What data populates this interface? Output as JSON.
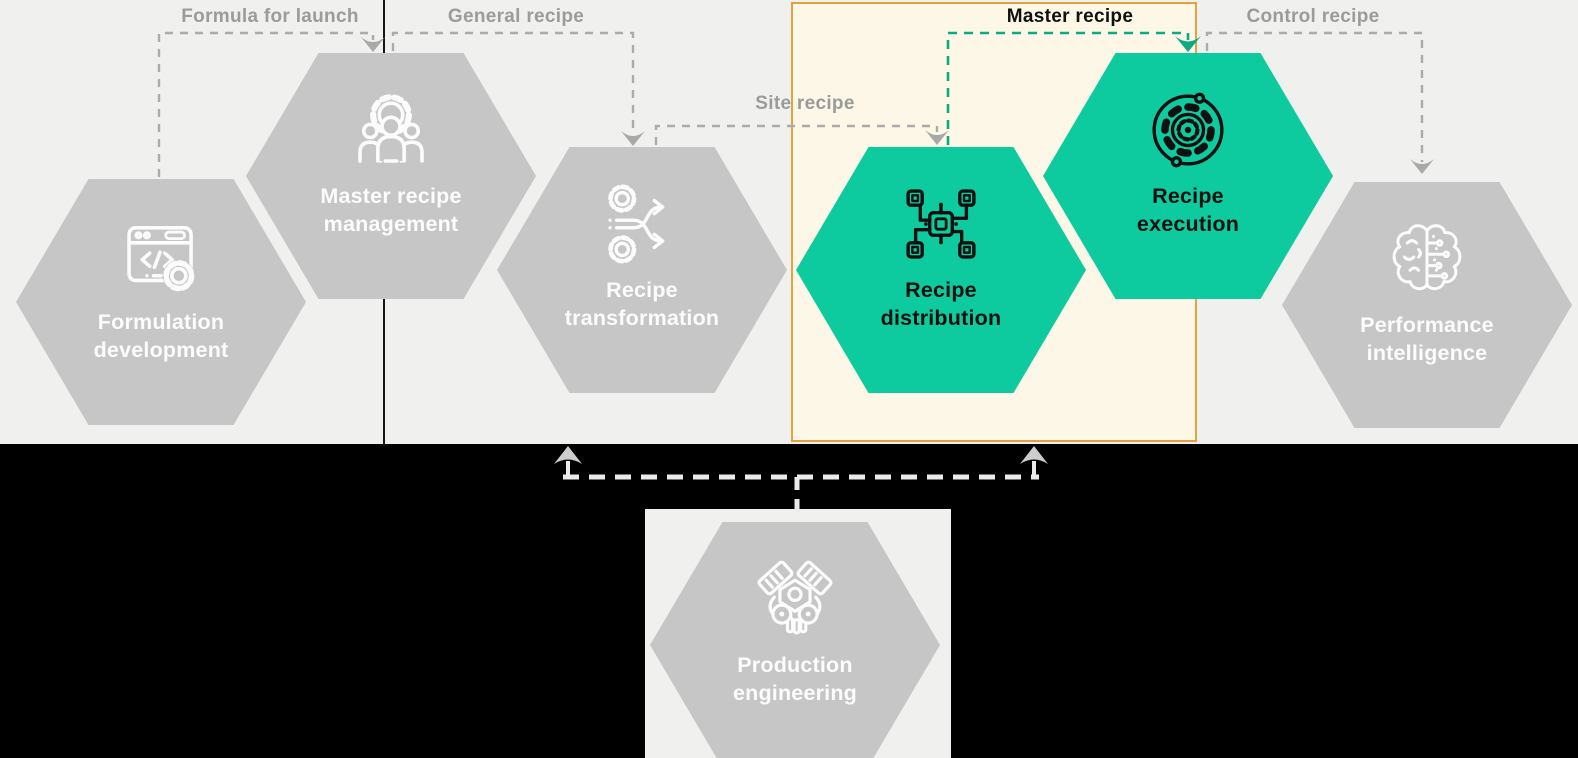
{
  "nodes": [
    {
      "id": "formulation-development",
      "line1": "Formulation",
      "line2": "development",
      "state": "inactive",
      "icon": "browser-code-icon"
    },
    {
      "id": "master-recipe-management",
      "line1": "Master recipe",
      "line2": "management",
      "state": "inactive",
      "icon": "team-gear-icon"
    },
    {
      "id": "recipe-transformation",
      "line1": "Recipe",
      "line2": "transformation",
      "state": "inactive",
      "icon": "gears-shuffle-icon"
    },
    {
      "id": "recipe-distribution",
      "line1": "Recipe",
      "line2": "distribution",
      "state": "active",
      "icon": "network-nodes-icon"
    },
    {
      "id": "recipe-execution",
      "line1": "Recipe",
      "line2": "execution",
      "state": "active",
      "icon": "gear-automation-icon"
    },
    {
      "id": "performance-intelligence",
      "line1": "Performance",
      "line2": "intelligence",
      "state": "inactive",
      "icon": "brain-circuit-icon"
    },
    {
      "id": "production-engineering",
      "line1": "Production",
      "line2": "engineering",
      "state": "inactive",
      "icon": "engine-icon"
    }
  ],
  "connectors": [
    {
      "id": "formula-for-launch",
      "label": "Formula for launch",
      "style": "gray-dashed"
    },
    {
      "id": "general-recipe",
      "label": "General recipe",
      "style": "gray-dashed"
    },
    {
      "id": "site-recipe",
      "label": "Site recipe",
      "style": "gray-dashed"
    },
    {
      "id": "master-recipe",
      "label": "Master recipe",
      "style": "green-dashed"
    },
    {
      "id": "control-recipe",
      "label": "Control recipe",
      "style": "gray-dashed"
    }
  ],
  "colors": {
    "background": "#f0f0ef",
    "footer_background": "#000000",
    "inactive_hexagon": "#c6c6c6",
    "active_hexagon": "#0dcb9e",
    "highlight_fill": "#fcf7e6",
    "highlight_border": "#e0a33e",
    "label_gray": "#9b9b9b",
    "label_black": "#111111",
    "connector_gray": "#ababab",
    "connector_green": "#0caa80",
    "connector_white": "#ebebeb",
    "hexagon_text_light": "#fcfcfc",
    "hexagon_text_dark": "#101010"
  }
}
